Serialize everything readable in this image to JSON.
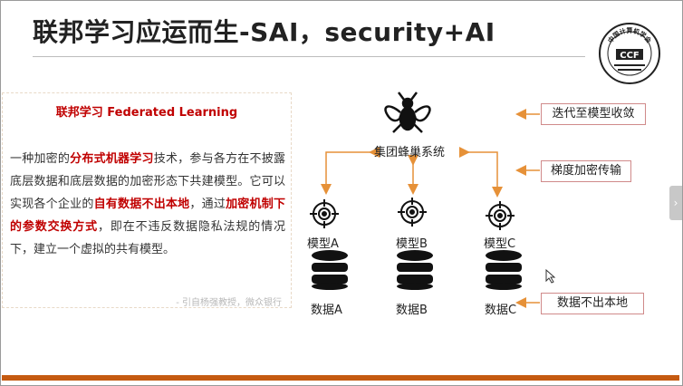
{
  "slide": {
    "title": "联邦学习应运而生-SAI，security+AI",
    "logo": {
      "icon": "ccf-logo",
      "arc_text": "中国计算机学会",
      "letters": "CCF"
    }
  },
  "panel": {
    "heading": "联邦学习 Federated Learning",
    "body": [
      {
        "text": "一种加密的",
        "emphasis": false
      },
      {
        "text": "分布式机器学习",
        "emphasis": true
      },
      {
        "text": "技术，参与各方在不披露底层数据和底层数据的加密形态下共建模型。它可以实现各个企业的",
        "emphasis": false
      },
      {
        "text": "自有数据不出本地",
        "emphasis": true
      },
      {
        "text": "，通过",
        "emphasis": false
      },
      {
        "text": "加密机制下的参数交换方式",
        "emphasis": true
      },
      {
        "text": "，即在不违反数据隐私法规的情况下，建立一个虚拟的共有模型。",
        "emphasis": false
      }
    ],
    "citation": "- 引自杨强教授，微众银行"
  },
  "diagram": {
    "hub_label": "集团蜂巢系统",
    "hub_icon": "bee-icon",
    "nodes": [
      {
        "model": "模型A",
        "data": "数据A"
      },
      {
        "model": "模型B",
        "data": "数据B"
      },
      {
        "model": "模型C",
        "data": "数据C"
      }
    ],
    "node_icons": {
      "model": "target-icon",
      "data": "database-icon"
    },
    "callouts": [
      "迭代至模型收敛",
      "梯度加密传输",
      "数据不出本地"
    ],
    "colors": {
      "arrow": "#e69138",
      "callout_border": "#d08a8a",
      "accent": "#c00000",
      "bottom_bar": "#c55a11"
    }
  }
}
